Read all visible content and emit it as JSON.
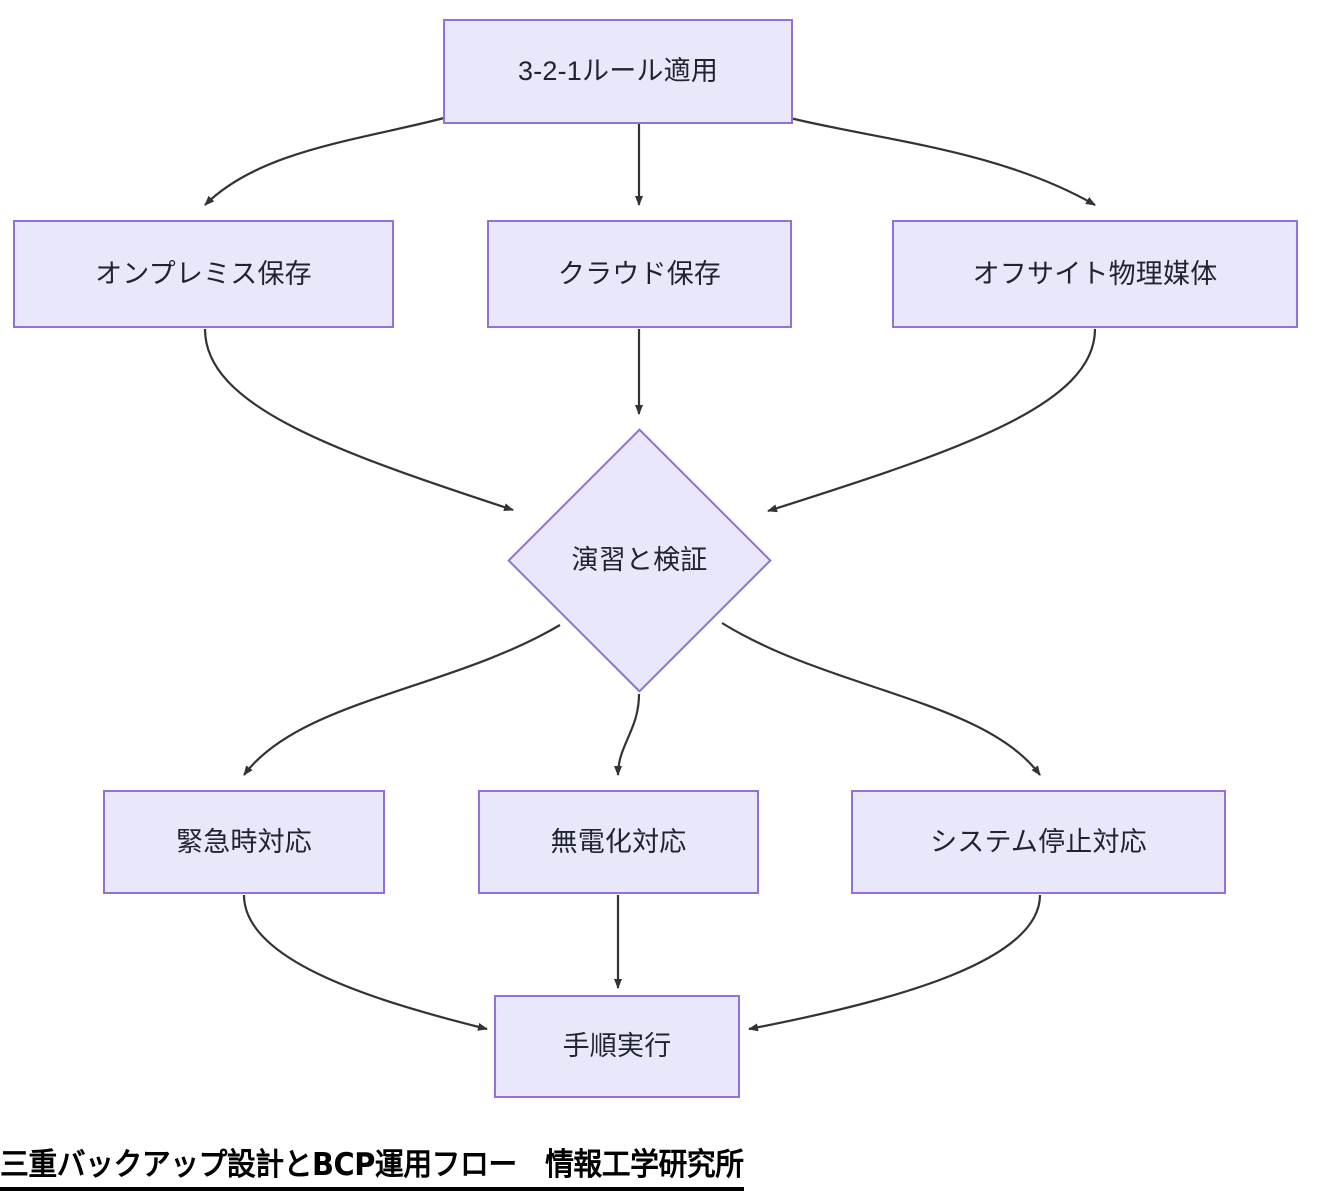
{
  "diagram": {
    "type": "flowchart",
    "direction": "top-down",
    "theme": {
      "node_fill": "#e9e8fb",
      "node_stroke": "#9570d8",
      "node_text": "#1f2430",
      "edge_stroke": "#333333",
      "background": "#ffffff",
      "caption_text": "#000000"
    },
    "nodes": [
      {
        "id": "rule",
        "label": "3-2-1ルール適用",
        "shape": "rect"
      },
      {
        "id": "onprem",
        "label": "オンプレミス保存",
        "shape": "rect"
      },
      {
        "id": "cloud",
        "label": "クラウド保存",
        "shape": "rect"
      },
      {
        "id": "offsite",
        "label": "オフサイト物理媒体",
        "shape": "rect"
      },
      {
        "id": "drill",
        "label": "演習と検証",
        "shape": "diamond"
      },
      {
        "id": "emergency",
        "label": "緊急時対応",
        "shape": "rect"
      },
      {
        "id": "nopower",
        "label": "無電化対応",
        "shape": "rect"
      },
      {
        "id": "sysdown",
        "label": "システム停止対応",
        "shape": "rect"
      },
      {
        "id": "procedure",
        "label": "手順実行",
        "shape": "rect"
      }
    ],
    "edges": [
      {
        "from": "rule",
        "to": "onprem"
      },
      {
        "from": "rule",
        "to": "cloud"
      },
      {
        "from": "rule",
        "to": "offsite"
      },
      {
        "from": "onprem",
        "to": "drill"
      },
      {
        "from": "cloud",
        "to": "drill"
      },
      {
        "from": "offsite",
        "to": "drill"
      },
      {
        "from": "drill",
        "to": "emergency"
      },
      {
        "from": "drill",
        "to": "nopower"
      },
      {
        "from": "drill",
        "to": "sysdown"
      },
      {
        "from": "emergency",
        "to": "procedure"
      },
      {
        "from": "nopower",
        "to": "procedure"
      },
      {
        "from": "sysdown",
        "to": "procedure"
      }
    ]
  },
  "caption": {
    "text": "三重バックアップ設計とBCP運用フロー　情報工学研究所"
  }
}
